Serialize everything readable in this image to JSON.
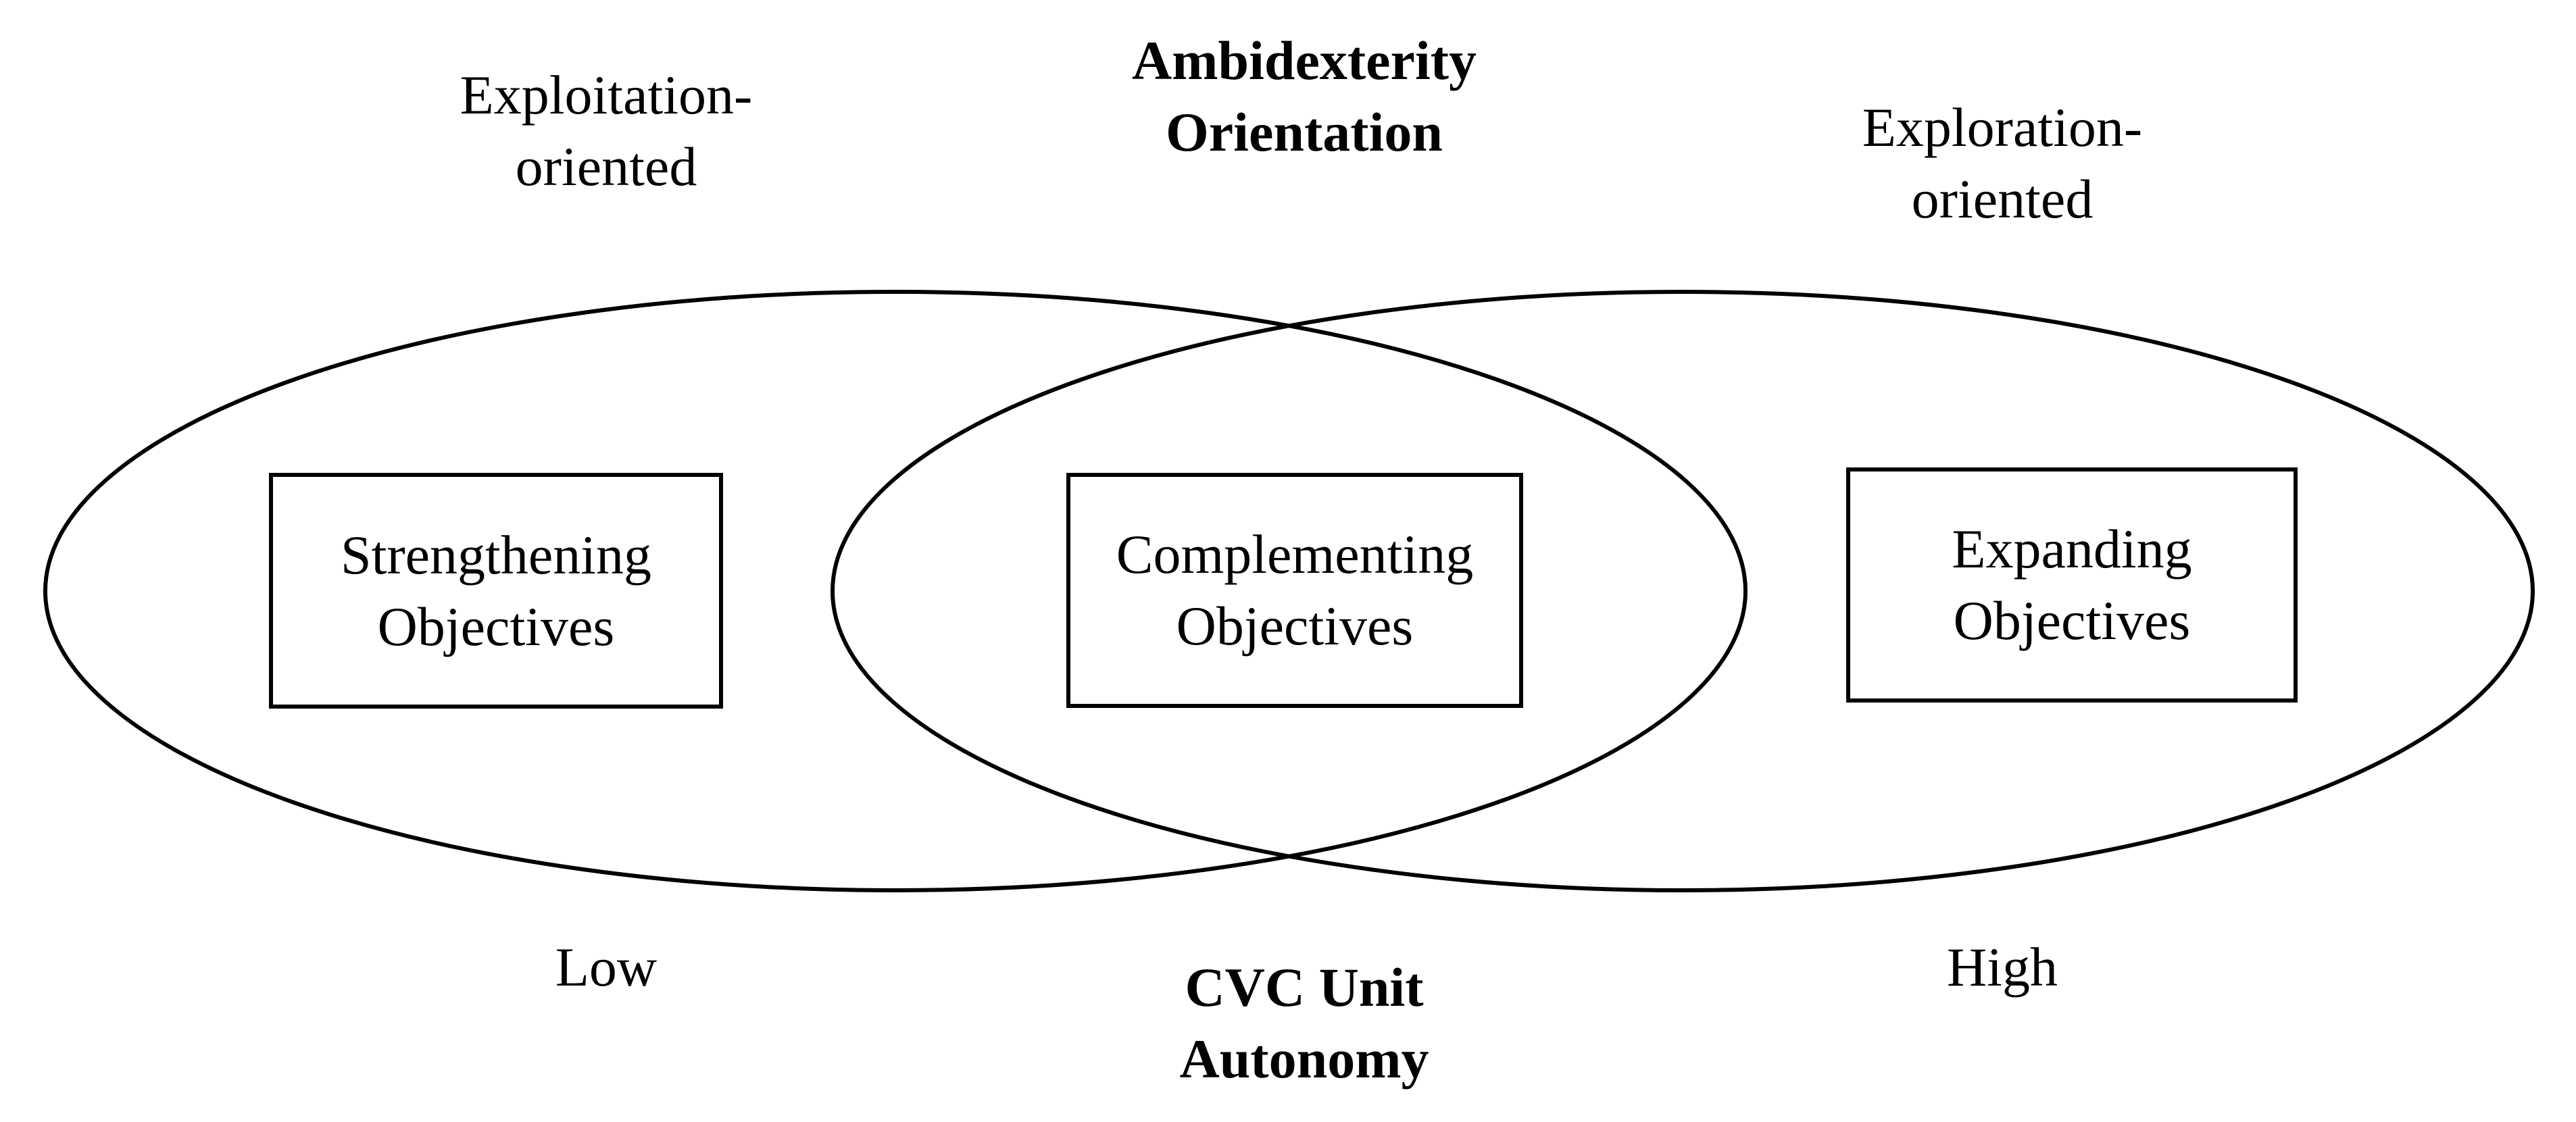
{
  "diagram": {
    "colors": {
      "line": "#000000",
      "background": "#ffffff",
      "text": "#000000"
    },
    "axes": {
      "top": {
        "label_left": {
          "lines": [
            "Exploitation-",
            "oriented"
          ]
        },
        "label_center": {
          "lines": [
            "Ambidexterity",
            "Orientation"
          ]
        },
        "label_right": {
          "lines": [
            "Exploration-",
            "oriented"
          ]
        }
      },
      "bottom": {
        "label_left": {
          "lines": [
            "Low"
          ]
        },
        "label_center": {
          "lines": [
            "CVC Unit",
            "Autonomy"
          ]
        },
        "label_right": {
          "lines": [
            "High"
          ]
        }
      }
    },
    "ellipses": [
      {
        "name": "exploitation-oriented-ellipse"
      },
      {
        "name": "exploration-oriented-ellipse"
      }
    ],
    "boxes": {
      "left": {
        "lines": [
          "Strengthening",
          "Objectives"
        ]
      },
      "center": {
        "lines": [
          "Complementing",
          "Objectives"
        ]
      },
      "right": {
        "lines": [
          "Expanding",
          "Objectives"
        ]
      }
    }
  }
}
